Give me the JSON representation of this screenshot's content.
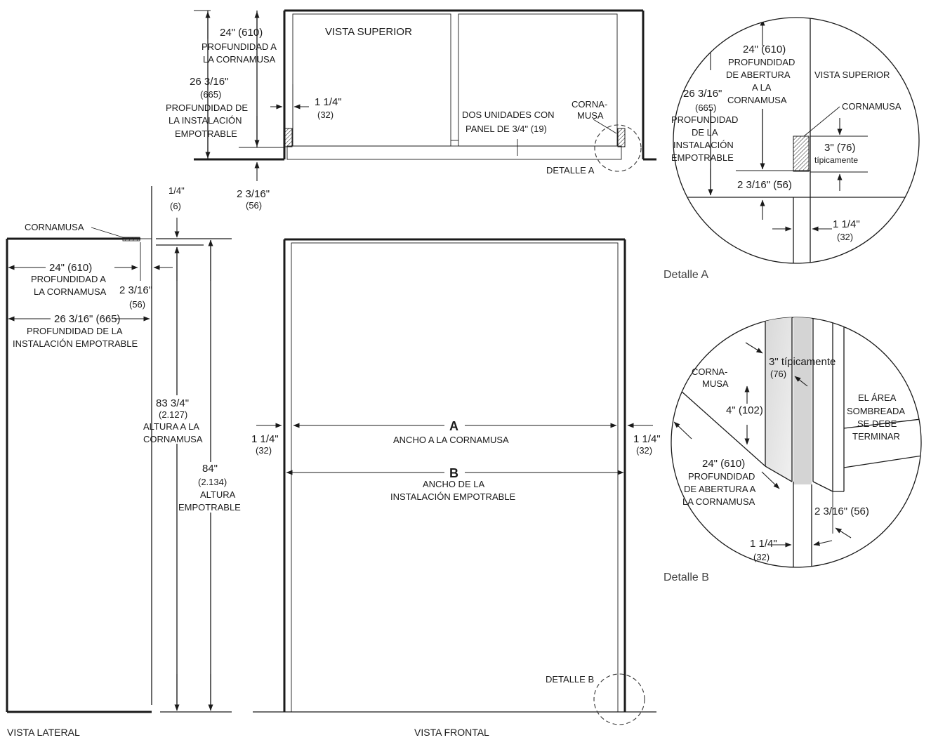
{
  "top_view": {
    "title": "VISTA SUPERIOR",
    "depth_cornamusa": "24\" (610)",
    "depth_cornamusa_label1": "PROFUNDIDAD A",
    "depth_cornamusa_label2": "LA CORNAMUSA",
    "depth_install": "26 3/16\"",
    "depth_install_mm": "(665)",
    "depth_install_label1": "PROFUNDIDAD DE",
    "depth_install_label2": "LA INSTALACIÓN",
    "depth_install_label3": "EMPOTRABLE",
    "gap": "1 1/4\"",
    "gap_mm": "(32)",
    "panel_note1": "DOS UNIDADES CON",
    "panel_note2": "PANEL DE 3/4\" (19)",
    "cornamusa1": "CORNA-",
    "cornamusa2": "MUSA",
    "offset": "2 3/16\"",
    "offset_mm": "(56)",
    "detail_a": "DETALLE A"
  },
  "side_view": {
    "caption": "VISTA LATERAL",
    "cornamusa": "CORNAMUSA",
    "quarter": "1/4\"",
    "quarter_mm": "(6)",
    "depth": "24\" (610)",
    "depth_label1": "PROFUNDIDAD A",
    "depth_label2": "LA CORNAMUSA",
    "offset": "2 3/16\"",
    "offset_mm": "(56)",
    "install_depth": "26 3/16\" (665)",
    "install_label1": "PROFUNDIDAD DE LA",
    "install_label2": "INSTALACIÓN EMPOTRABLE",
    "height_cornamusa": "83 3/4\"",
    "height_cornamusa_mm": "(2.127)",
    "height_cornamusa_label1": "ALTURA A LA",
    "height_cornamusa_label2": "CORNAMUSA",
    "height": "84\"",
    "height_mm": "(2.134)",
    "height_label1": "ALTURA",
    "height_label2": "EMPOTRABLE"
  },
  "front_view": {
    "caption": "VISTA FRONTAL",
    "gap_left": "1 1/4\"",
    "gap_left_mm": "(32)",
    "gap_right": "1 1/4\"",
    "gap_right_mm": "(32)",
    "a_letter": "A",
    "a_label": "ANCHO A LA CORNAMUSA",
    "b_letter": "B",
    "b_label1": "ANCHO DE LA",
    "b_label2": "INSTALACIÓN EMPOTRABLE",
    "detail_b": "DETALLE B"
  },
  "detail_a": {
    "caption": "Detalle A",
    "depth": "24\" (610)",
    "depth_label1": "PROFUNDIDAD",
    "depth_label2": "DE ABERTURA",
    "depth_label3": "A LA",
    "depth_label4": "CORNAMUSA",
    "install": "26 3/16\"",
    "install_mm": "(665)",
    "install_label1": "PROFUNDIDAD",
    "install_label2": "DE LA",
    "install_label3": "INSTALACIÓN",
    "install_label4": "EMPOTRABLE",
    "top_view": "VISTA SUPERIOR",
    "cornamusa": "CORNAMUSA",
    "typical": "3\" (76)",
    "typical_label": "típicamente",
    "offset": "2 3/16\" (56)",
    "gap": "1 1/4\"",
    "gap_mm": "(32)"
  },
  "detail_b": {
    "caption": "Detalle B",
    "typical": "3\" típicamente",
    "typical_mm": "(76)",
    "cornamusa1": "CORNA-",
    "cornamusa2": "MUSA",
    "four": "4\" (102)",
    "shaded1": "EL ÁREA",
    "shaded2": "SOMBREADA",
    "shaded3": "SE DEBE",
    "shaded4": "TERMINAR",
    "depth": "24\" (610)",
    "depth_label1": "PROFUNDIDAD",
    "depth_label2": "DE ABERTURA A",
    "depth_label3": "LA CORNAMUSA",
    "offset": "2 3/16\" (56)",
    "gap": "1 1/4\"",
    "gap_mm": "(32)"
  }
}
